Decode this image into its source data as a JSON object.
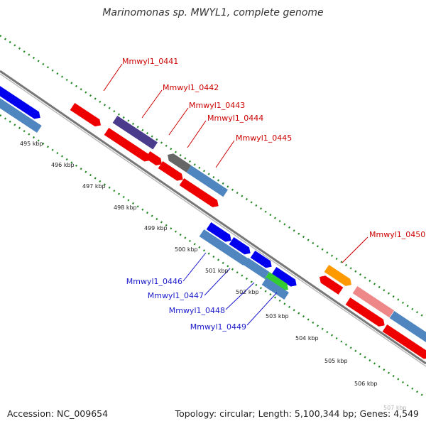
{
  "title": "Marinomonas sp. MWYL1, complete genome",
  "footer": {
    "accession": "Accession: NC_009654",
    "summary": "Topology: circular; Length: 5,100,344 bp; Genes: 4,549"
  },
  "ticks": [
    "495 kbp",
    "496 kbp",
    "497 kbp",
    "498 kbp",
    "499 kbp",
    "500 kbp",
    "501 kbp",
    "502 kbp",
    "503 kbp",
    "504 kbp",
    "505 kbp",
    "506 kbp",
    "507 kbp"
  ],
  "gene_labels_top": [
    "Mmwyl1_0441",
    "Mmwyl1_0442",
    "Mmwyl1_0443",
    "Mmwyl1_0444",
    "Mmwyl1_0445",
    "Mmwyl1_0450"
  ],
  "gene_labels_bottom": [
    "Mmwyl1_0446",
    "Mmwyl1_0447",
    "Mmwyl1_0448",
    "Mmwyl1_0449"
  ],
  "colors": {
    "label_top": "#cc0000",
    "label_bottom": "#1a1acc",
    "red": "#ee0000",
    "blue": "#0000ee",
    "steel": "#4f86c0",
    "purple": "#4a3b8c",
    "gray": "#666666",
    "green": "#33cc33",
    "orange": "#ff9900",
    "pink": "#ee8888",
    "gc_dots": "#228822"
  }
}
